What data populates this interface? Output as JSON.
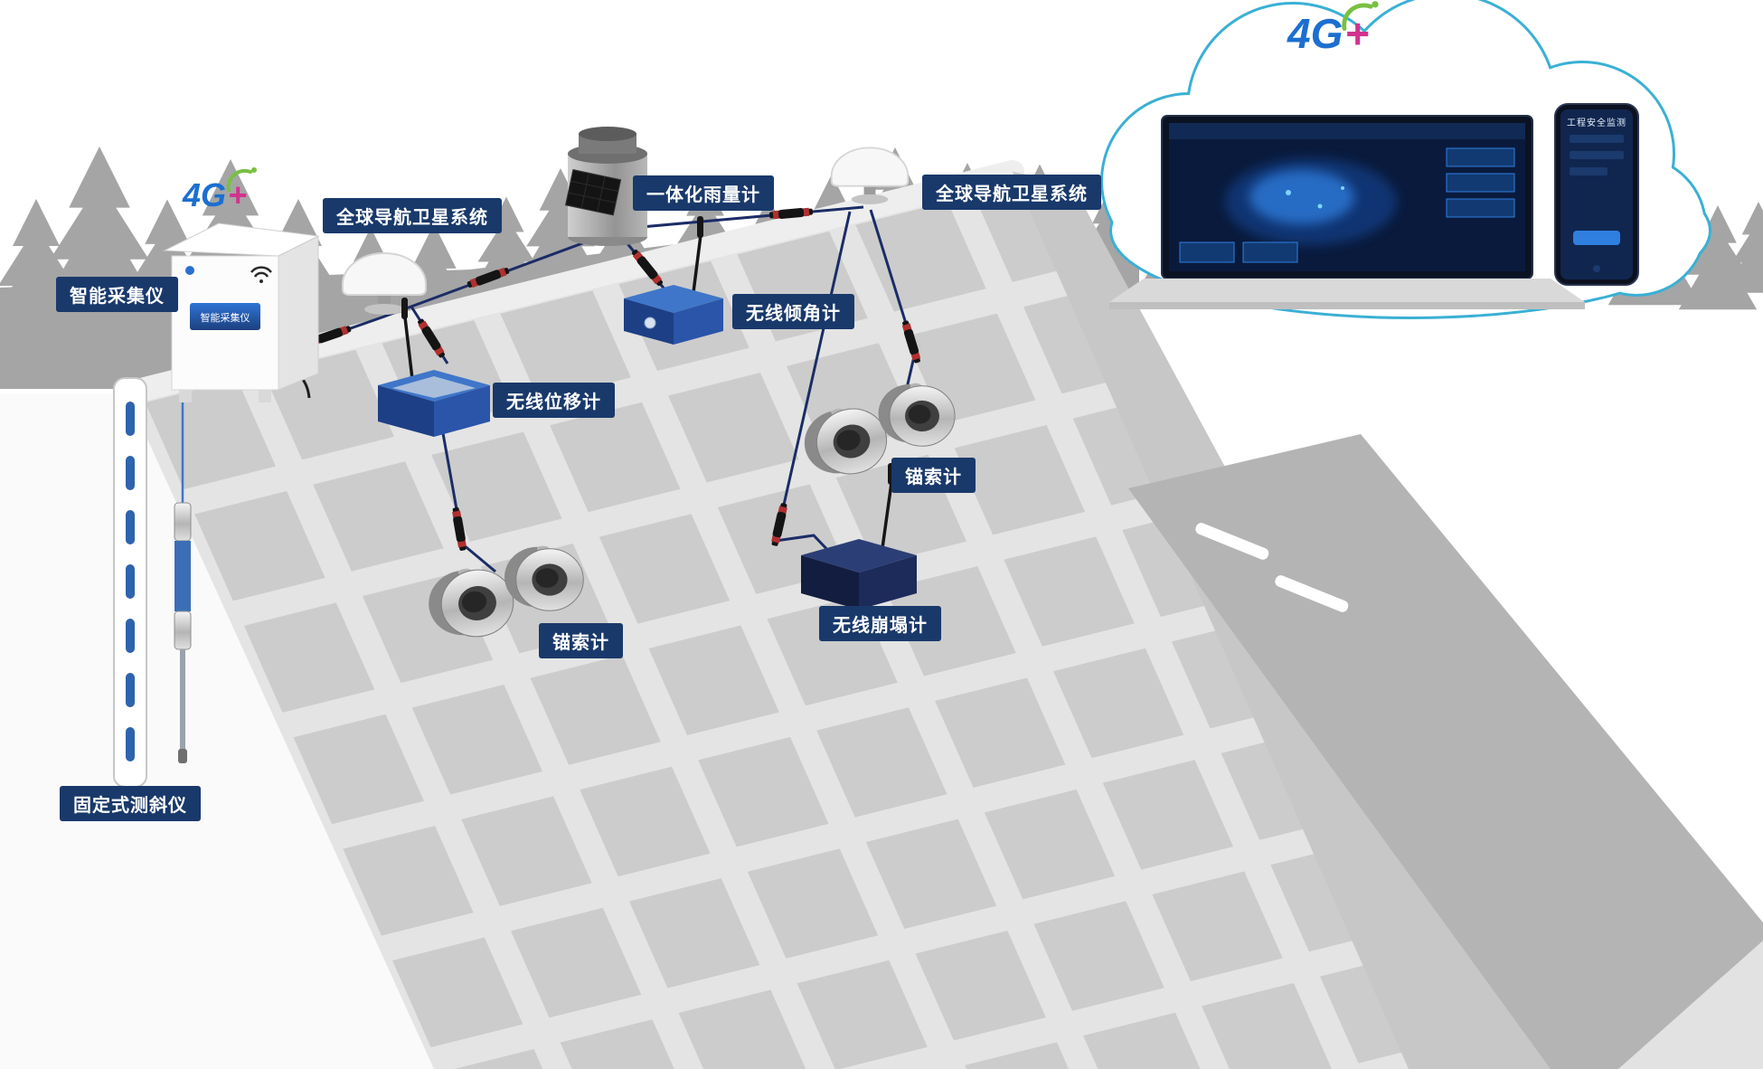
{
  "labels": {
    "smart_collector": "智能采集仪",
    "gnss_left": "全球导航卫星系统",
    "rain_gauge": "一体化雨量计",
    "gnss_right": "全球导航卫星系统",
    "tiltmeter": "无线倾角计",
    "displacement_meter": "无线位移计",
    "anchor_meter_right": "锚索计",
    "anchor_meter_bottom": "锚索计",
    "collapse_meter": "无线崩塌计",
    "fixed_inclinometer": "固定式测斜仪"
  },
  "devices": {
    "cabinet_panel_label": "智能采集仪"
  },
  "logos": {
    "fourg": "4G",
    "plus": "+"
  },
  "cloud": {
    "phone_title": "工程安全监测"
  },
  "colors": {
    "label_bg": "#19396b",
    "cable": "#1b2c66",
    "device_blue": "#2a55a8",
    "device_blue_dark": "#131d3f",
    "cloud_outline": "#3ab0d4",
    "fourg_blue": "#1c6fd0",
    "fourg_magenta": "#d1338f",
    "fourg_green": "#78c043",
    "slope_panel": "#cccccc",
    "slope_band": "#e4e4e4",
    "forest": "#a5a5a5"
  }
}
